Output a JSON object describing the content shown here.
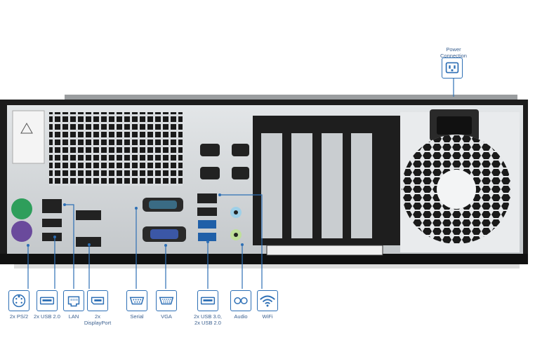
{
  "power": {
    "label_line1": "Power",
    "label_line2": "Connection",
    "icon": "power-plug-icon"
  },
  "ports": [
    {
      "id": "ps2",
      "label": "2x PS/2",
      "icon": "ps2-port-icon"
    },
    {
      "id": "usb2",
      "label": "2x USB 2.0",
      "icon": "usb-port-icon"
    },
    {
      "id": "lan",
      "label": "LAN",
      "icon": "lan-port-icon"
    },
    {
      "id": "dp",
      "label_line1": "2x",
      "label_line2": "DisplayPort",
      "icon": "displayport-icon"
    },
    {
      "id": "serial",
      "label": "Serial",
      "icon": "serial-port-icon"
    },
    {
      "id": "vga",
      "label": "VGA",
      "icon": "vga-port-icon"
    },
    {
      "id": "usb3",
      "label_line1": "2x USB 3.0,",
      "label_line2": "2x USB 2.0",
      "icon": "usb-port-icon"
    },
    {
      "id": "audio",
      "label": "Audio",
      "icon": "audio-jack-icon"
    },
    {
      "id": "wifi",
      "label": "WiFi",
      "icon": "wifi-icon"
    }
  ],
  "colors": {
    "accent": "#2d6fb5",
    "chassis": "#1c1c1c",
    "panel": "#cfd3d6"
  }
}
